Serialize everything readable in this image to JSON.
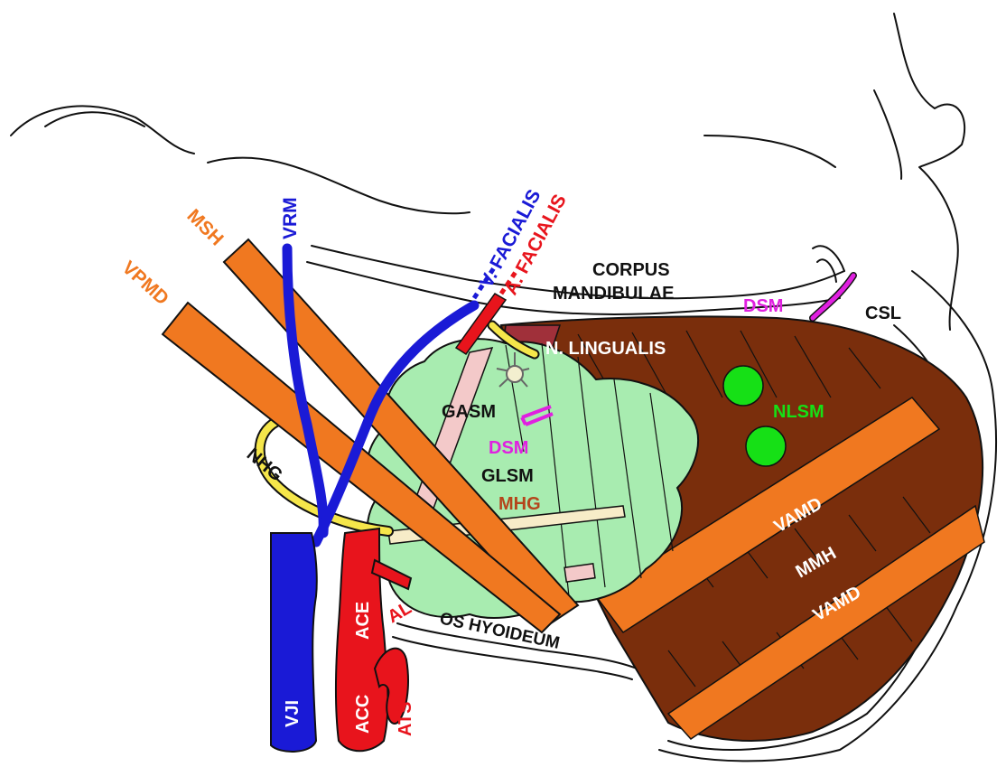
{
  "colors": {
    "vein": "#1a1ad6",
    "artery": "#e8141c",
    "muscle_orange": "#f07820",
    "muscle_brown": "#7a2e0c",
    "gland_green": "#a8ecb0",
    "nerve_yellow": "#f5e64a",
    "node_green": "#16e016",
    "duct_magenta": "#e020e0",
    "mhg_label": "#b5451b",
    "text_dark": "#111111",
    "text_white": "#ffffff"
  },
  "labels": {
    "vrm": "VRM",
    "msh": "MSH",
    "vpmd": "VPMD",
    "v_facialis": "V. FACIALIS",
    "a_facialis": "A. FACIALIS",
    "corpus": "CORPUS",
    "mandibulae": "MANDIBULAE",
    "dsm_top": "DSM",
    "csl": "CSL",
    "n_lingualis": "N. LINGUALIS",
    "nlsm": "NLSM",
    "gasm": "GASM",
    "dsm_mid": "DSM",
    "glsm": "GLSM",
    "mhg": "MHG",
    "nhg": "NHG",
    "vamd_upper": "VAMD",
    "mmh": "MMH",
    "vamd_lower": "VAMD",
    "ace": "ACE",
    "al": "AL",
    "os_hyoideum": "OS HYOIDEUM",
    "vji": "VJI",
    "acc": "ACC",
    "ats": "ATS"
  }
}
